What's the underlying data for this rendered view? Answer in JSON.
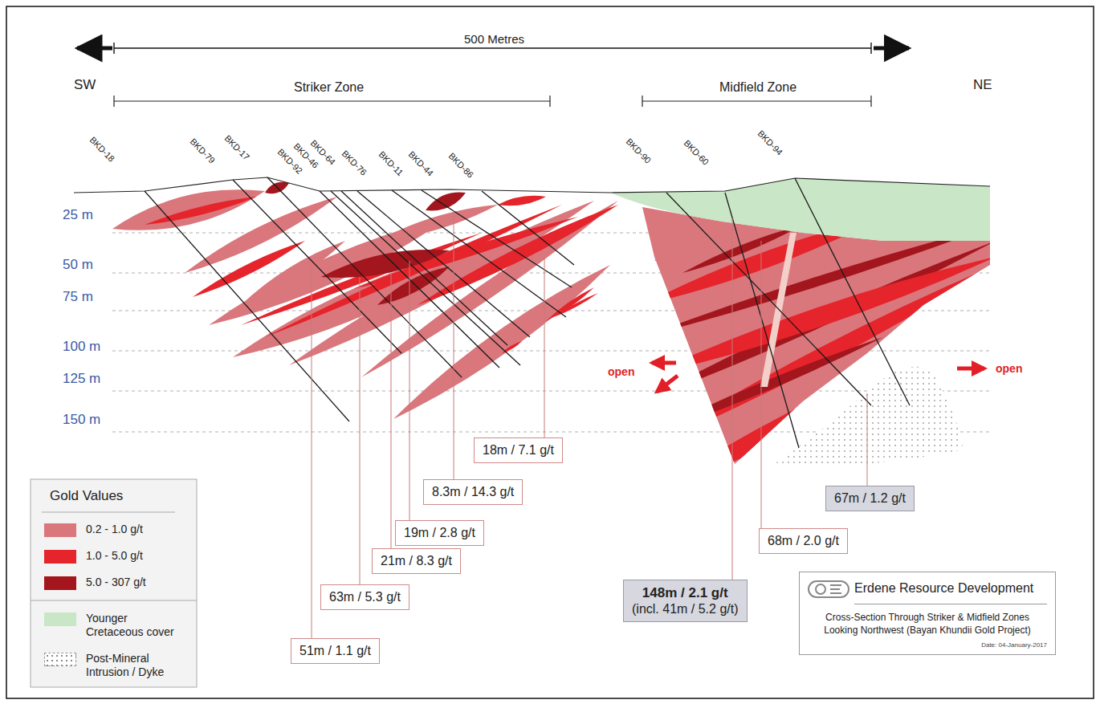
{
  "diagram": {
    "nodes": [
      {
        "text": [
          "18m / 7.1 g/t"
        ]
      },
      {
        "text": [
          "8.3m / 14.3 g/t"
        ]
      },
      {
        "text": [
          "19m / 2.8 g/t"
        ]
      },
      {
        "text": [
          "21m / 8.3 g/t"
        ]
      },
      {
        "text": [
          "63m / 5.3 g/t"
        ]
      },
      {
        "text": [
          "51m / 1.1 g/t"
        ]
      },
      {
        "text": [
          "148m / 2.1 g/t",
          "(incl. 41m / 5.2 g/t)"
        ]
      },
      {
        "text": [
          "68m / 2.0 g/t"
        ]
      },
      {
        "text": [
          "67m / 1.2 g/t"
        ]
      },
      {
        "text": [
          "Erdene Resource Development",
          "Cross-Section Through Striker & Midfield Zones Looking Northwest (Bayan Khundii Gold Project)",
          "Date: 04-January-2017"
        ]
      }
    ],
    "labels": [
      "500 Metres",
      "SW",
      "NE",
      "Striker Zone",
      "Midfield Zone",
      "BKD-18",
      "BKD-79",
      "BKD-17",
      "BKD-92",
      "BKD-46",
      "BKD-64",
      "BKD-76",
      "BKD-11",
      "BKD-44",
      "BKD-86",
      "BKD-90",
      "BKD-60",
      "BKD-94",
      "25 m",
      "50 m",
      "75 m",
      "100 m",
      "125 m",
      "150 m",
      "open",
      "open",
      "Gold Values"
    ],
    "legend": [
      {
        "text": "0.2 - 1.0 g/t",
        "color": "#d9777c"
      },
      {
        "text": "1.0 - 5.0 g/t",
        "color": "#e5242b"
      },
      {
        "text": "5.0 - 307 g/t",
        "color": "#a3161d"
      },
      {
        "text": "Younger Cretaceous cover",
        "color": "#c9e6c6"
      },
      {
        "text": "Post-Mineral Intrusion / Dyke"
      }
    ]
  }
}
